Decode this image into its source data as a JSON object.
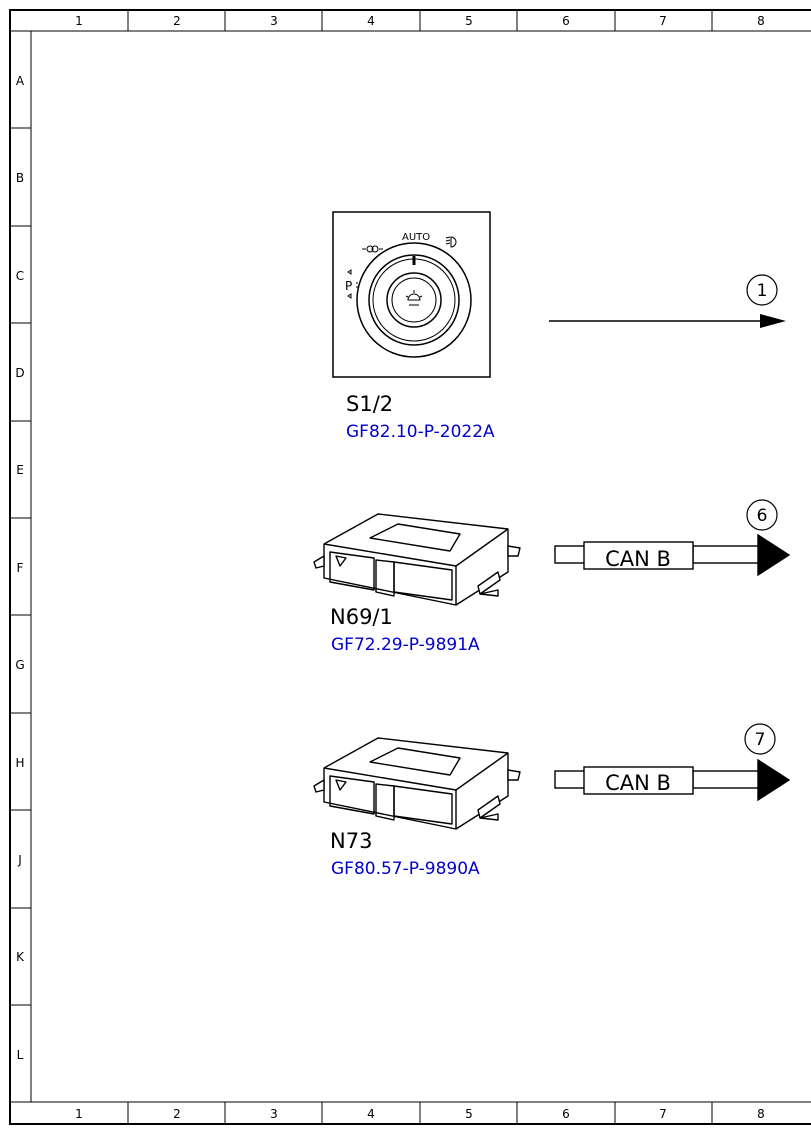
{
  "grid": {
    "columns": [
      "1",
      "2",
      "3",
      "4",
      "5",
      "6",
      "7",
      "8"
    ],
    "rows": [
      "A",
      "B",
      "C",
      "D",
      "E",
      "F",
      "G",
      "H",
      "J",
      "K",
      "L"
    ]
  },
  "components": [
    {
      "name": "S1/2",
      "reference": "GF82.10-P-2022A",
      "switch_labels": {
        "auto": "AUTO",
        "parking": "P"
      },
      "connection": {
        "number": "1"
      }
    },
    {
      "name": "N69/1",
      "reference": "GF72.29-P-9891A",
      "connection": {
        "number": "6",
        "bus": "CAN B"
      }
    },
    {
      "name": "N73",
      "reference": "GF80.57-P-9890A",
      "connection": {
        "number": "7",
        "bus": "CAN B"
      }
    }
  ],
  "colors": {
    "reference_link": "#0000cc",
    "line": "#000000"
  }
}
